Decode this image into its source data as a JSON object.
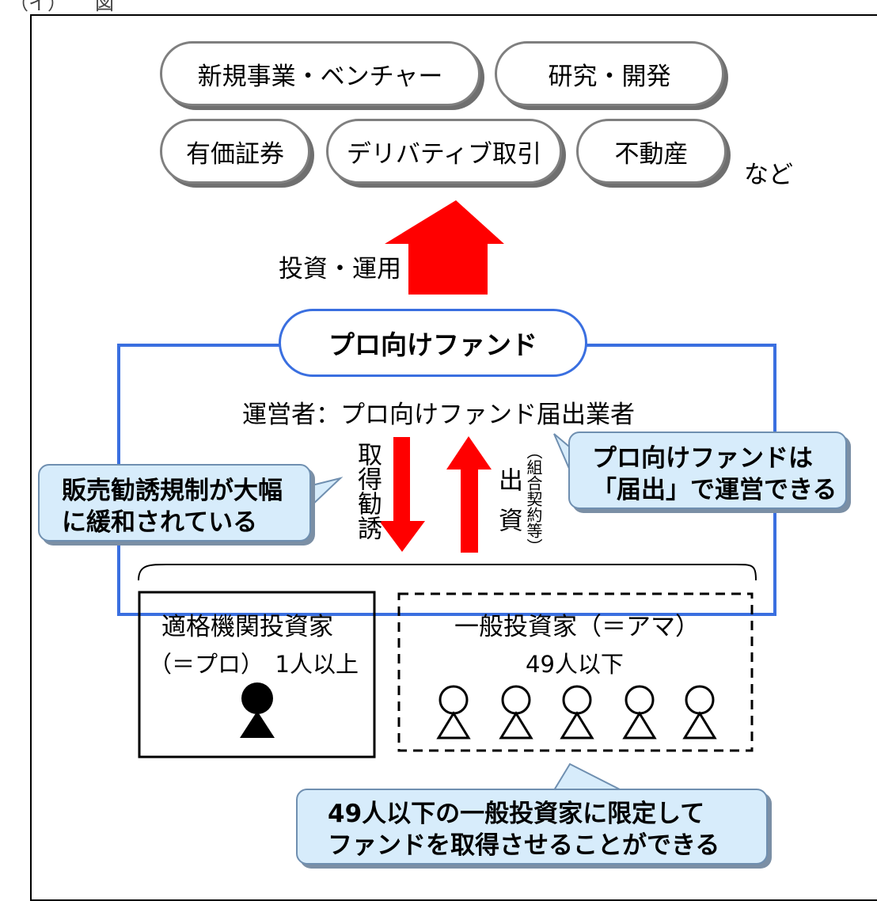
{
  "header_label": "（イ）　　図",
  "targets": {
    "row1": [
      "新規事業・ベンチャー",
      "研究・開発"
    ],
    "row2": [
      "有価証券",
      "デリバティブ取引",
      "不動産"
    ],
    "etc": "など"
  },
  "invest_label": "投資・運用",
  "fund_title": "プロ向けファンド",
  "operator": "運営者：プロ向けファンド届出業者",
  "solicitation": "取得勧誘",
  "contribution": "出資",
  "contribution_note": "（組合契約等）",
  "callout_left": [
    "販売勧誘規制が大幅",
    "に緩和されている"
  ],
  "callout_right": [
    "プロ向けファンドは",
    "「届出」で運営できる"
  ],
  "qualified": {
    "title": "適格機関投資家",
    "detail": "（＝プロ）　1人以上"
  },
  "general": {
    "title": "一般投資家（＝アマ）",
    "count": "49人以下"
  },
  "callout_bottom": [
    "49人以下の一般投資家に限定して",
    "ファンドを取得させることができる"
  ],
  "colors": {
    "arrow": "#ff0000",
    "fund_frame": "#3a6fe0",
    "callout_fill": "#d7ecfb"
  }
}
